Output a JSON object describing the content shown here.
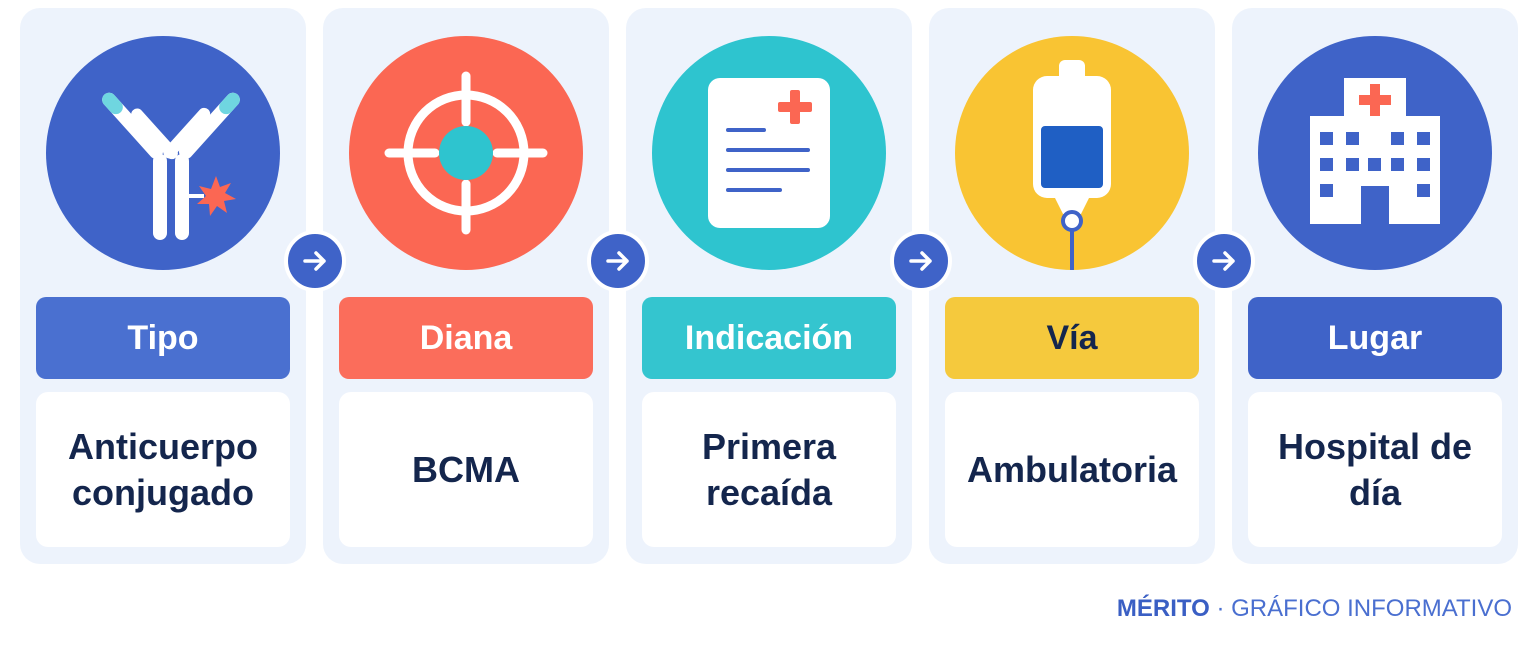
{
  "colors": {
    "blue": "#3f63c8",
    "coral": "#fb6753",
    "teal": "#2ec4cf",
    "yellow": "#f9c433",
    "navy_text": "#14264d",
    "panel_bg": "#edf3fc"
  },
  "steps": [
    {
      "label": "Tipo",
      "value": "Anticuerpo conjugado",
      "icon": "antibody-icon",
      "color": "#3f63c8",
      "label_color": "#4a70d0"
    },
    {
      "label": "Diana",
      "value": "BCMA",
      "icon": "target-icon",
      "color": "#fb6753",
      "label_color": "#fb6d5b"
    },
    {
      "label": "Indicación",
      "value": "Primera recaída",
      "icon": "medical-document-icon",
      "color": "#2ec4cf",
      "label_color": "#34c5cf"
    },
    {
      "label": "Vía",
      "value": "Ambulatoria",
      "icon": "iv-bag-icon",
      "color": "#f9c433",
      "label_color": "#f5c93d"
    },
    {
      "label": "Lugar",
      "value": "Hospital de día",
      "icon": "hospital-icon",
      "color": "#3f63c8",
      "label_color": "#3f63c8"
    }
  ],
  "footer": {
    "brand": "MÉRITO",
    "separator": "·",
    "caption": "GRÁFICO INFORMATIVO"
  }
}
